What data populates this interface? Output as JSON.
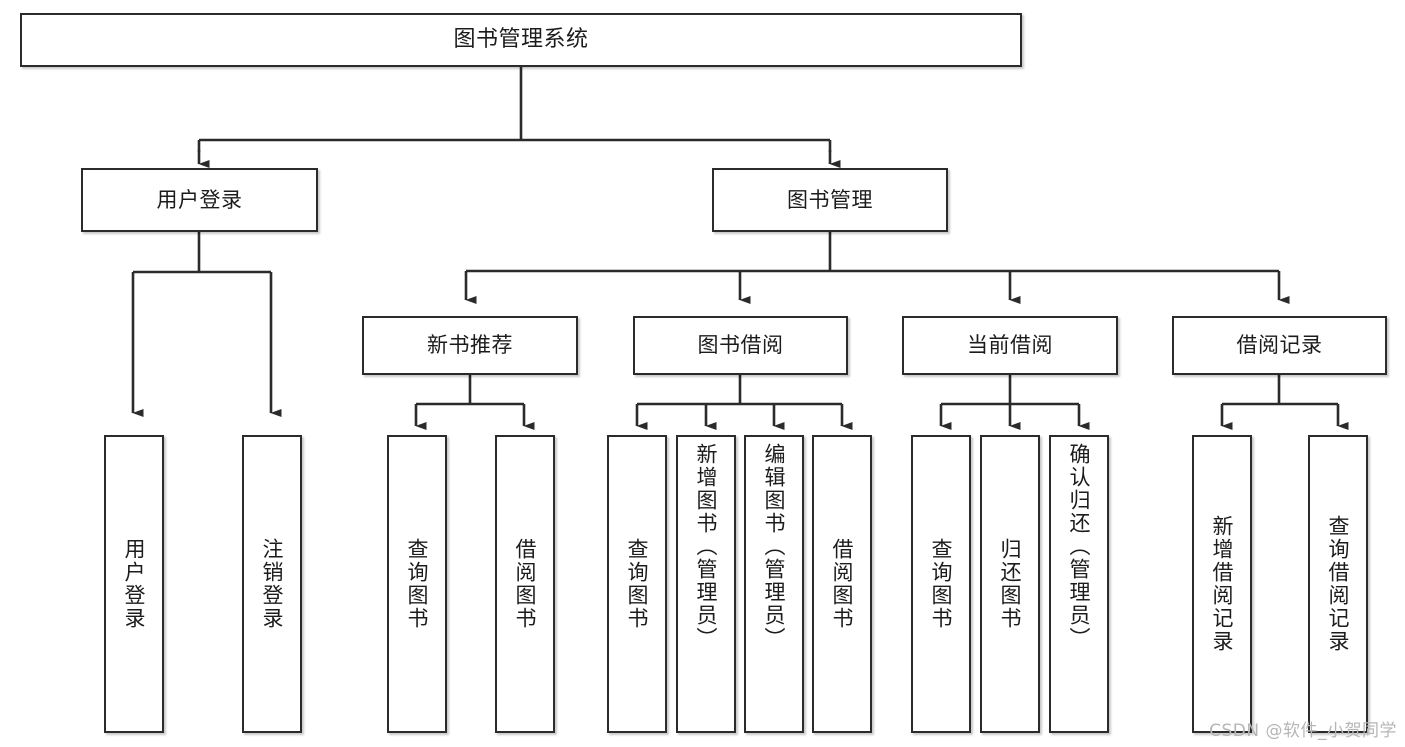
{
  "diagram": {
    "title": "图书管理系统",
    "watermark": "CSDN @软件_小贺同学",
    "type": "tree-hierarchy",
    "root": {
      "label": "图书管理系统"
    },
    "level1": [
      {
        "label": "用户登录"
      },
      {
        "label": "图书管理"
      }
    ],
    "level2": [
      {
        "label": "新书推荐"
      },
      {
        "label": "图书借阅"
      },
      {
        "label": "当前借阅"
      },
      {
        "label": "借阅记录"
      }
    ],
    "leaves": {
      "user_login": [
        {
          "label": "用户登录"
        },
        {
          "label": "注销登录"
        }
      ],
      "new_book_recommend": [
        {
          "label": "查询图书"
        },
        {
          "label": "借阅图书"
        }
      ],
      "book_borrow": [
        {
          "label": "查询图书"
        },
        {
          "label": "新增图书（管理员）"
        },
        {
          "label": "编辑图书（管理员）"
        },
        {
          "label": "借阅图书"
        }
      ],
      "current_borrow": [
        {
          "label": "查询图书"
        },
        {
          "label": "归还图书"
        },
        {
          "label": "确认归还（管理员）"
        }
      ],
      "borrow_record": [
        {
          "label": "新增借阅记录"
        },
        {
          "label": "查询借阅记录"
        }
      ]
    },
    "colors": {
      "stroke": "#2b2b2b",
      "fill": "#ffffff",
      "text": "#1c1c1c",
      "watermark": "#b6b6b6"
    }
  }
}
